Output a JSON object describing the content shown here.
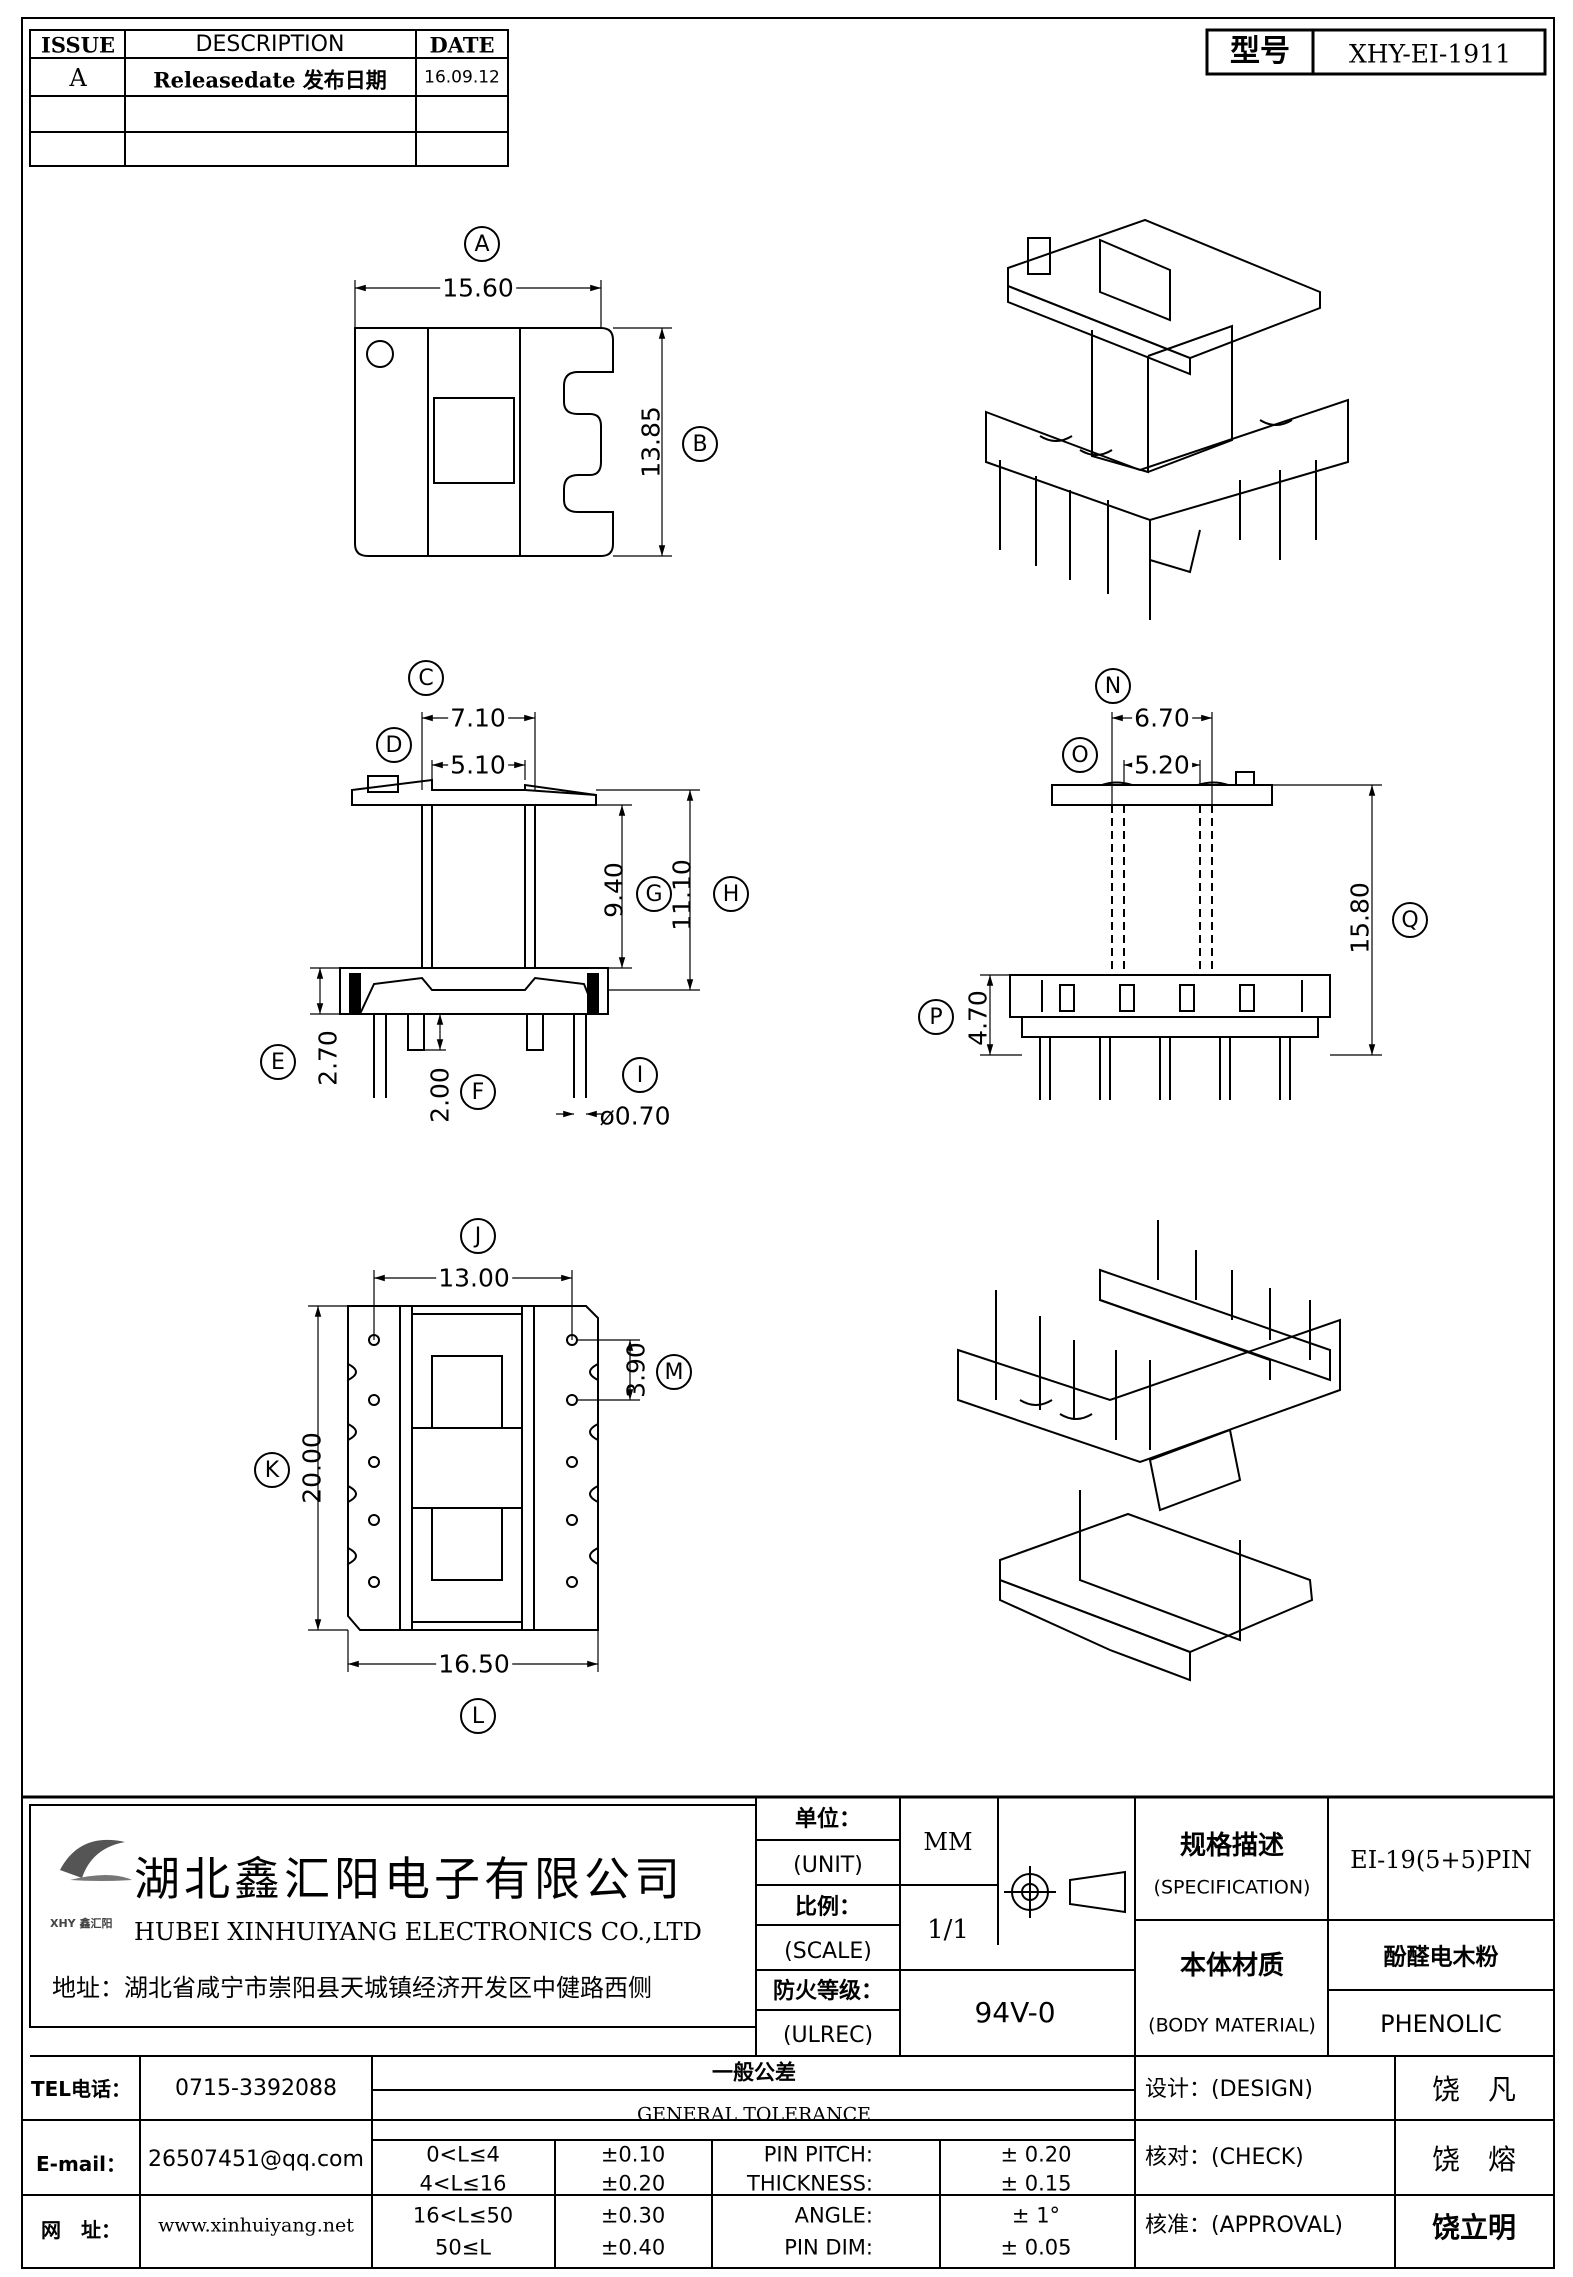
{
  "revision_table": {
    "headers": {
      "issue": "ISSUE",
      "description": "DESCRIPTION",
      "date": "DATE"
    },
    "rows": [
      {
        "issue": "A",
        "description": "Releasedate 发布日期",
        "date": "16.09.12"
      }
    ]
  },
  "model": {
    "label": "型号",
    "value": "XHY-EI-1911"
  },
  "dimensions": {
    "A": "15.60",
    "B": "13.85",
    "C": "7.10",
    "D": "5.10",
    "E": "2.70",
    "F": "2.00",
    "G": "9.40",
    "H": "11.10",
    "I": "ø0.70",
    "J": "13.00",
    "K": "20.00",
    "L": "16.50",
    "M": "3.90",
    "N": "6.70",
    "O": "5.20",
    "P": "4.70",
    "Q": "15.80"
  },
  "balloons": [
    "A",
    "B",
    "C",
    "D",
    "E",
    "F",
    "G",
    "H",
    "I",
    "J",
    "K",
    "L",
    "M",
    "N",
    "O",
    "P",
    "Q"
  ],
  "company": {
    "name_cn": "湖北鑫汇阳电子有限公司",
    "name_en": "HUBEI XINHUIYANG ELECTRONICS CO.,LTD",
    "address": "地址：湖北省咸宁市崇阳县天城镇经济开发区中健路西侧",
    "logo_text": "XHY 鑫汇阳",
    "tel_label": "TEL电话：",
    "tel": "0715-3392088",
    "email_label": "E-mail：",
    "email": "26507451@qq.com",
    "web_label": "网　址：",
    "web": "www.xinhuiyang.net"
  },
  "title_block": {
    "unit_cn": "单位：",
    "unit_en": "(UNIT)",
    "unit": "MM",
    "scale_cn": "比例：",
    "scale_en": "(SCALE)",
    "scale": "1/1",
    "fire_cn": "防火等级：",
    "fire_en": "(ULREC)",
    "fire": "94V-0",
    "spec_cn": "规格描述",
    "spec_en": "(SPECIFICATION)",
    "spec": "EI-19(5+5)PIN",
    "material_cn": "本体材质",
    "material_en": "(BODY MATERIAL)",
    "material_value_cn": "酚醛电木粉",
    "material_value_en": "PHENOLIC",
    "design_label": "设计：(DESIGN)",
    "designer": "饶　凡",
    "check_label": "核对：(CHECK)",
    "checker": "饶　熔",
    "approval_label": "核准：(APPROVAL)",
    "approver": "饶立明"
  },
  "tolerance": {
    "title_cn": "一般公差",
    "title_en": "GENERAL TOLERANCE",
    "ranges": [
      {
        "range": "0<L≤4",
        "tol": "±0.10"
      },
      {
        "range": "4<L≤16",
        "tol": "±0.20"
      },
      {
        "range": "16<L≤50",
        "tol": "±0.30"
      },
      {
        "range": "50≤L",
        "tol": "±0.40"
      }
    ],
    "items": [
      {
        "label": "PIN PITCH:",
        "value": "±  0.20"
      },
      {
        "label": "THICKNESS:",
        "value": "±  0.15"
      },
      {
        "label": "ANGLE:",
        "value": "±  1°"
      },
      {
        "label": "PIN DIM:",
        "value": "±  0.05"
      }
    ]
  }
}
